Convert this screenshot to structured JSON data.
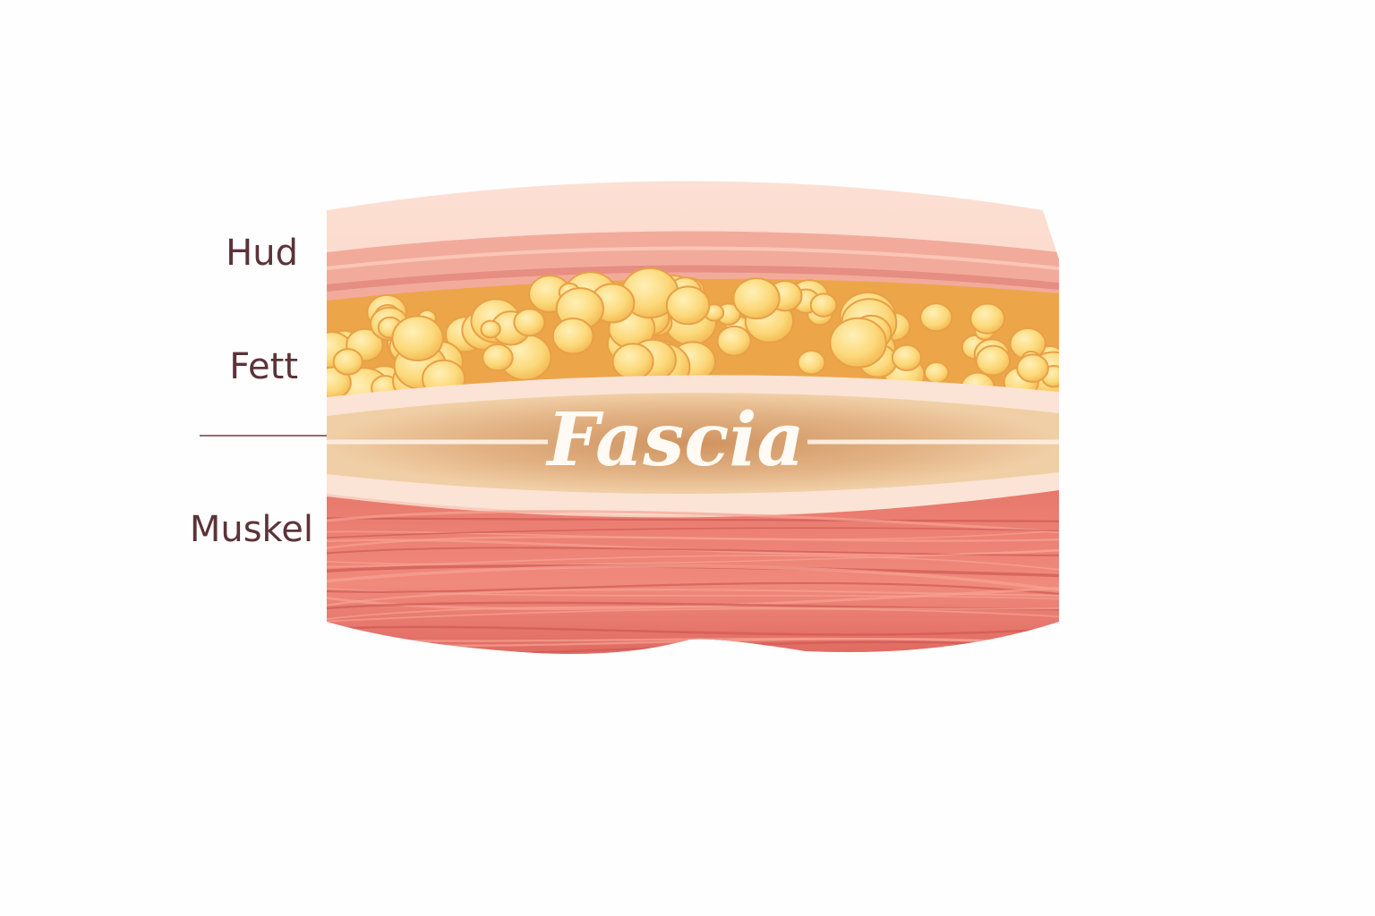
{
  "labels": {
    "skin": "Hud",
    "fat": "Fett",
    "muscle": "Muskel"
  },
  "fascia_title": "Fascia",
  "colors": {
    "label_text": "#5b3339",
    "skin_top": "#fcd6c8",
    "skin_dermis": "#f0a595",
    "fat_matrix": "#eda54a",
    "fat_cell": "#fde08a",
    "fascia_light": "#fbe4d6",
    "fascia_band": "#dba572",
    "muscle": "#e6736a"
  }
}
